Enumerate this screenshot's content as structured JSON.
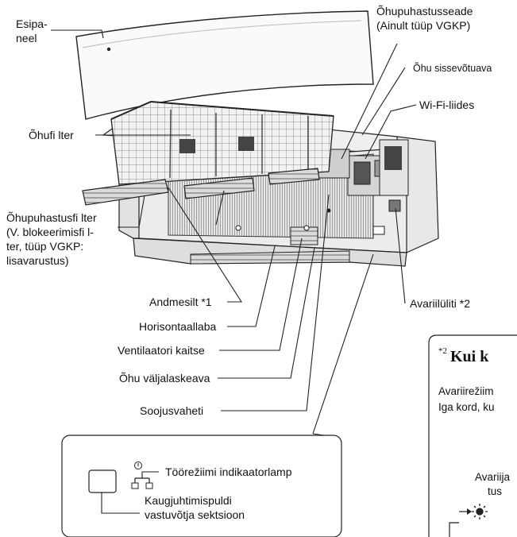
{
  "labels": {
    "esipaneel_1": "Esipa-",
    "esipaneel_2": "neel",
    "purifier_1": "Õhupuhastusseade",
    "purifier_2": "(Ainult tüüp VGKP)",
    "air_intake": "Õhu sissevõtuava",
    "wifi": "Wi-Fi-liides",
    "air_filter": "Õhufi lter",
    "purif_filter_1": "Õhupuhastusfi lter",
    "purif_filter_2": "(V. blokeerimisfi l-",
    "purif_filter_3": "ter, tüüp VGKP:",
    "purif_filter_4": "lisavarustus)",
    "nameplate": "Andmesilt *1",
    "emergency_switch": "Avariilüliti *2",
    "louver": "Horisontaallaba",
    "fan_guard": "Ventilaatori kaitse",
    "air_outlet": "Õhu väljalaskeava",
    "heat_exchanger": "Soojusvaheti"
  },
  "inset": {
    "indicator": "Töörežiimi indikaatorlamp",
    "receiver_1": "Kaugjuhtimispuldi",
    "receiver_2": "vastuvõtja sektsioon"
  },
  "sidebox": {
    "title_marker": "*2",
    "title": "Kui k",
    "line1": "Avariirežiim",
    "line2": "Iga kord, ku",
    "line3": "Avariija",
    "line4": "tus"
  },
  "colors": {
    "line": "#222222",
    "fill_light": "#f4f4f4",
    "fill_grey": "#d9d9d9",
    "fill_dark": "#9a9a9a"
  }
}
